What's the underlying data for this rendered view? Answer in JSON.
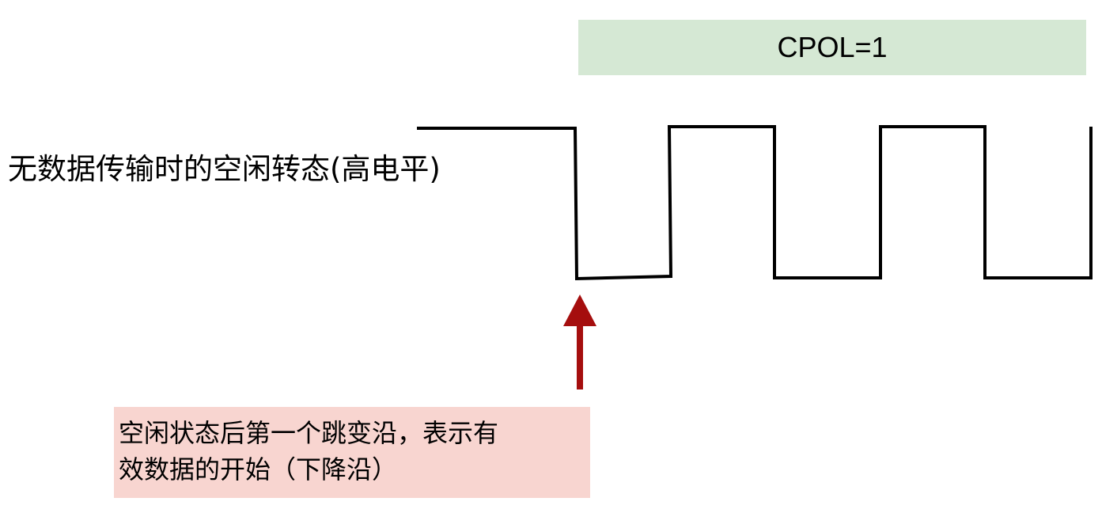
{
  "cpol_label": "CPOL=1",
  "idle_label": "无数据传输时的空闲转态(高电平)",
  "note": {
    "line1": "空闲状态后第一个跳变沿，表示有",
    "line2": "效数据的开始（下降沿）"
  },
  "colors": {
    "cpol_box_fill": "#d5e8d4",
    "note_box_fill": "#f8d5d0",
    "arrow": "#a50e0e",
    "waveform": "#000000"
  }
}
